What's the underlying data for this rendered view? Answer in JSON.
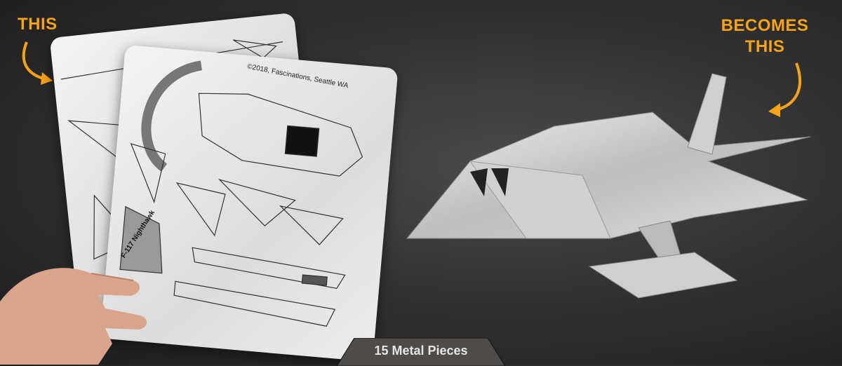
{
  "labels": {
    "left": "THIS",
    "right": "BECOMES THIS"
  },
  "sheet": {
    "copyright": "©2018, Fascinations, Seattle WA",
    "piece_text": "F-117 Nighthawk"
  },
  "badge": {
    "text": "15 Metal Pieces"
  },
  "colors": {
    "accent": "#f5a31a",
    "badge_bg": "#4e4b48"
  }
}
